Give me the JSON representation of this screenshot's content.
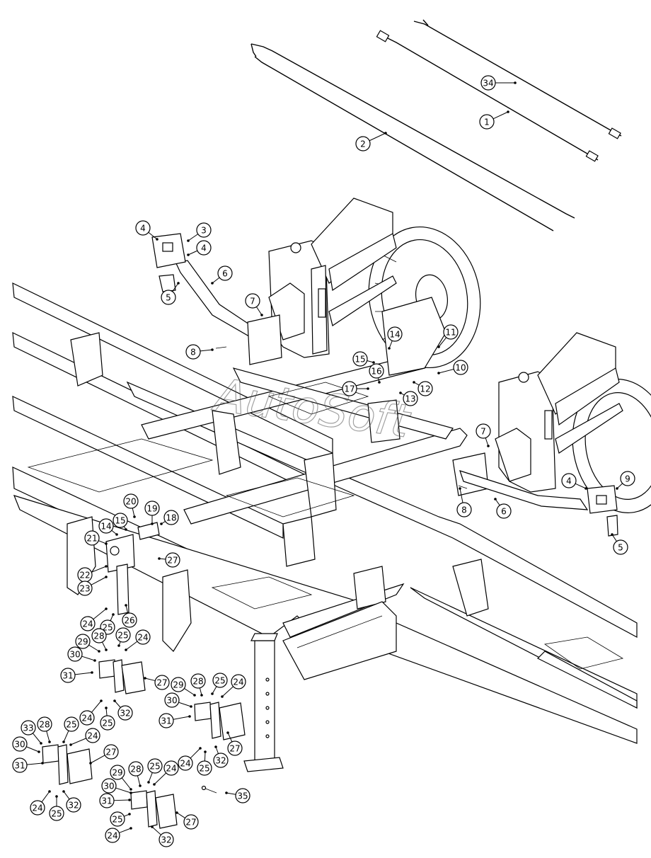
{
  "watermark": "AutoSoft",
  "callouts": [
    {
      "n": "34"
    },
    {
      "n": "1"
    },
    {
      "n": "2"
    },
    {
      "n": "4"
    },
    {
      "n": "3"
    },
    {
      "n": "4"
    },
    {
      "n": "5"
    },
    {
      "n": "6"
    },
    {
      "n": "7"
    },
    {
      "n": "8"
    },
    {
      "n": "14"
    },
    {
      "n": "11"
    },
    {
      "n": "15"
    },
    {
      "n": "16"
    },
    {
      "n": "10"
    },
    {
      "n": "17"
    },
    {
      "n": "12"
    },
    {
      "n": "13"
    },
    {
      "n": "7"
    },
    {
      "n": "8"
    },
    {
      "n": "6"
    },
    {
      "n": "4"
    },
    {
      "n": "9"
    },
    {
      "n": "5"
    },
    {
      "n": "20"
    },
    {
      "n": "19"
    },
    {
      "n": "18"
    },
    {
      "n": "15"
    },
    {
      "n": "14"
    },
    {
      "n": "21"
    },
    {
      "n": "27"
    },
    {
      "n": "22"
    },
    {
      "n": "23"
    },
    {
      "n": "26"
    },
    {
      "n": "24"
    },
    {
      "n": "25"
    },
    {
      "n": "29"
    },
    {
      "n": "28"
    },
    {
      "n": "25"
    },
    {
      "n": "24"
    },
    {
      "n": "30"
    },
    {
      "n": "31"
    },
    {
      "n": "27"
    },
    {
      "n": "24"
    },
    {
      "n": "25"
    },
    {
      "n": "32"
    },
    {
      "n": "29"
    },
    {
      "n": "28"
    },
    {
      "n": "25"
    },
    {
      "n": "24"
    },
    {
      "n": "30"
    },
    {
      "n": "31"
    },
    {
      "n": "27"
    },
    {
      "n": "24"
    },
    {
      "n": "25"
    },
    {
      "n": "32"
    },
    {
      "n": "33"
    },
    {
      "n": "28"
    },
    {
      "n": "25"
    },
    {
      "n": "24"
    },
    {
      "n": "30"
    },
    {
      "n": "31"
    },
    {
      "n": "27"
    },
    {
      "n": "24"
    },
    {
      "n": "25"
    },
    {
      "n": "32"
    },
    {
      "n": "29"
    },
    {
      "n": "28"
    },
    {
      "n": "25"
    },
    {
      "n": "24"
    },
    {
      "n": "30"
    },
    {
      "n": "31"
    },
    {
      "n": "27"
    },
    {
      "n": "25"
    },
    {
      "n": "24"
    },
    {
      "n": "32"
    },
    {
      "n": "35"
    }
  ]
}
